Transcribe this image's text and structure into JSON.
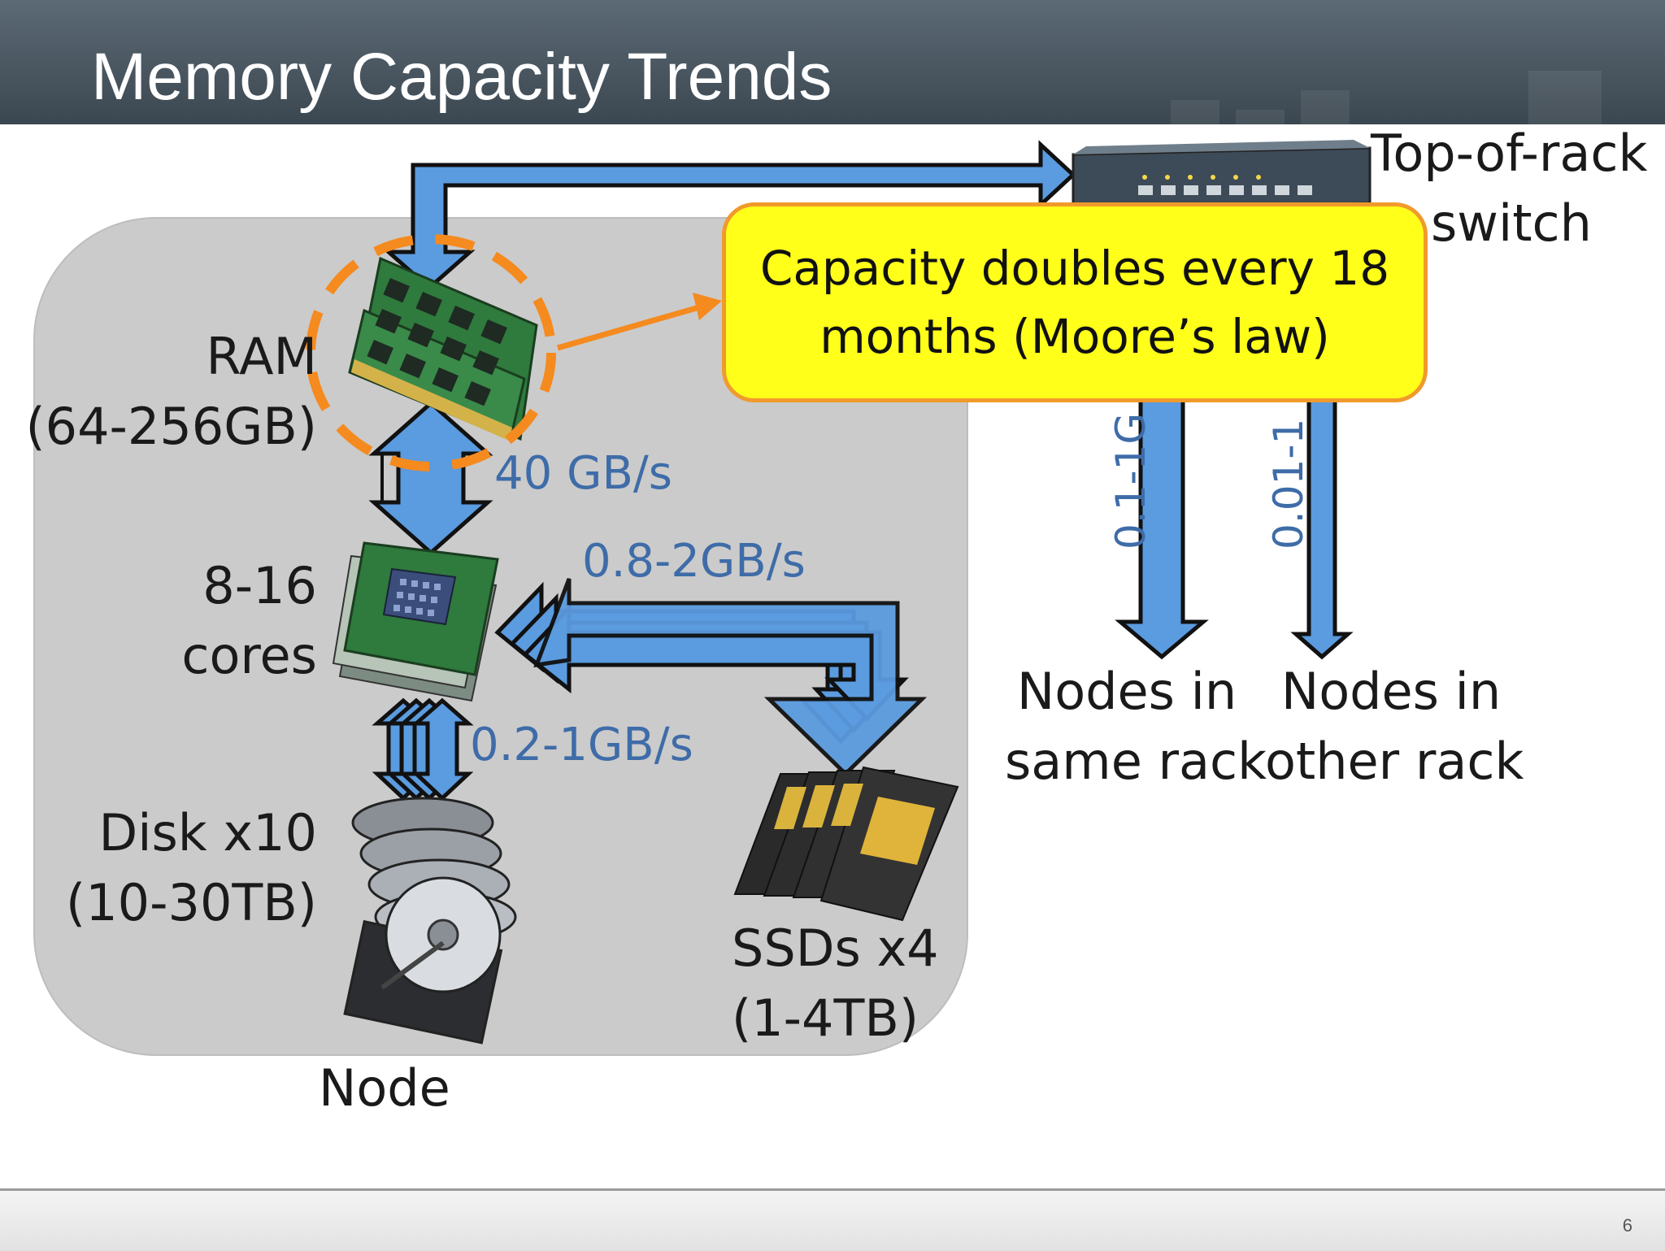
{
  "slide": {
    "title": "Memory Capacity Trends",
    "page_number": "6"
  },
  "node": {
    "label": "Node",
    "ram": {
      "name": "RAM",
      "capacity": "(64-256GB)"
    },
    "cpu": {
      "line1": "8-16",
      "line2": "cores"
    },
    "disk": {
      "name": "Disk x10",
      "capacity": "(10-30TB)"
    },
    "ssd": {
      "name": "SSDs x4",
      "capacity": "(1-4TB)"
    }
  },
  "bandwidth": {
    "ram_cpu": "40 GB/s",
    "cpu_ssd": "0.8-2GB/s",
    "cpu_disk": "0.2-1GB/s",
    "same_rack": "0.1-1G",
    "other_rack": "0.01-1"
  },
  "network": {
    "switch_line1": "Top-of-rack",
    "switch_line2": "switch",
    "same_rack_line1": "Nodes in",
    "same_rack_line2": "same rack",
    "other_rack_line1": "Nodes in",
    "other_rack_line2": "other rack"
  },
  "callout": {
    "line1": "Capacity doubles every 18",
    "line2": "months (Moore’s law)"
  },
  "colors": {
    "arrow_fill": "#5b9bdf",
    "bandwidth_text": "#3e6ca8",
    "callout_fill": "#ffff19",
    "callout_border": "#f19a2c",
    "highlight_ring": "#f58a1f",
    "node_background": "#cbcbcb",
    "header": "#3b4750"
  }
}
